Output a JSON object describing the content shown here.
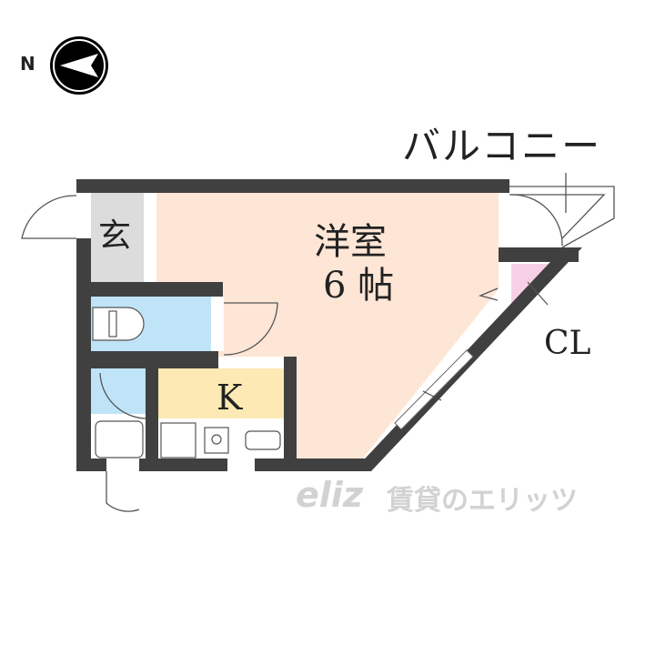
{
  "compass": {
    "label": "N",
    "icon": "compass-arrow-icon"
  },
  "rooms": {
    "western_room": {
      "name": "洋室",
      "size": "6 帖"
    },
    "entrance": {
      "name": "玄"
    },
    "kitchen": {
      "name": "K"
    },
    "closet": {
      "name": "CL"
    },
    "balcony": {
      "name": "バルコニー"
    }
  },
  "watermark": {
    "logo": "eliz",
    "text": "賃貸のエリッツ"
  },
  "colors": {
    "wall": "#404040",
    "western_room": "#fde6d6",
    "entrance": "#dcdcdc",
    "toilet": "#bfe4f7",
    "kitchen": "#fde9b3",
    "closet": "#f8d0e6"
  }
}
